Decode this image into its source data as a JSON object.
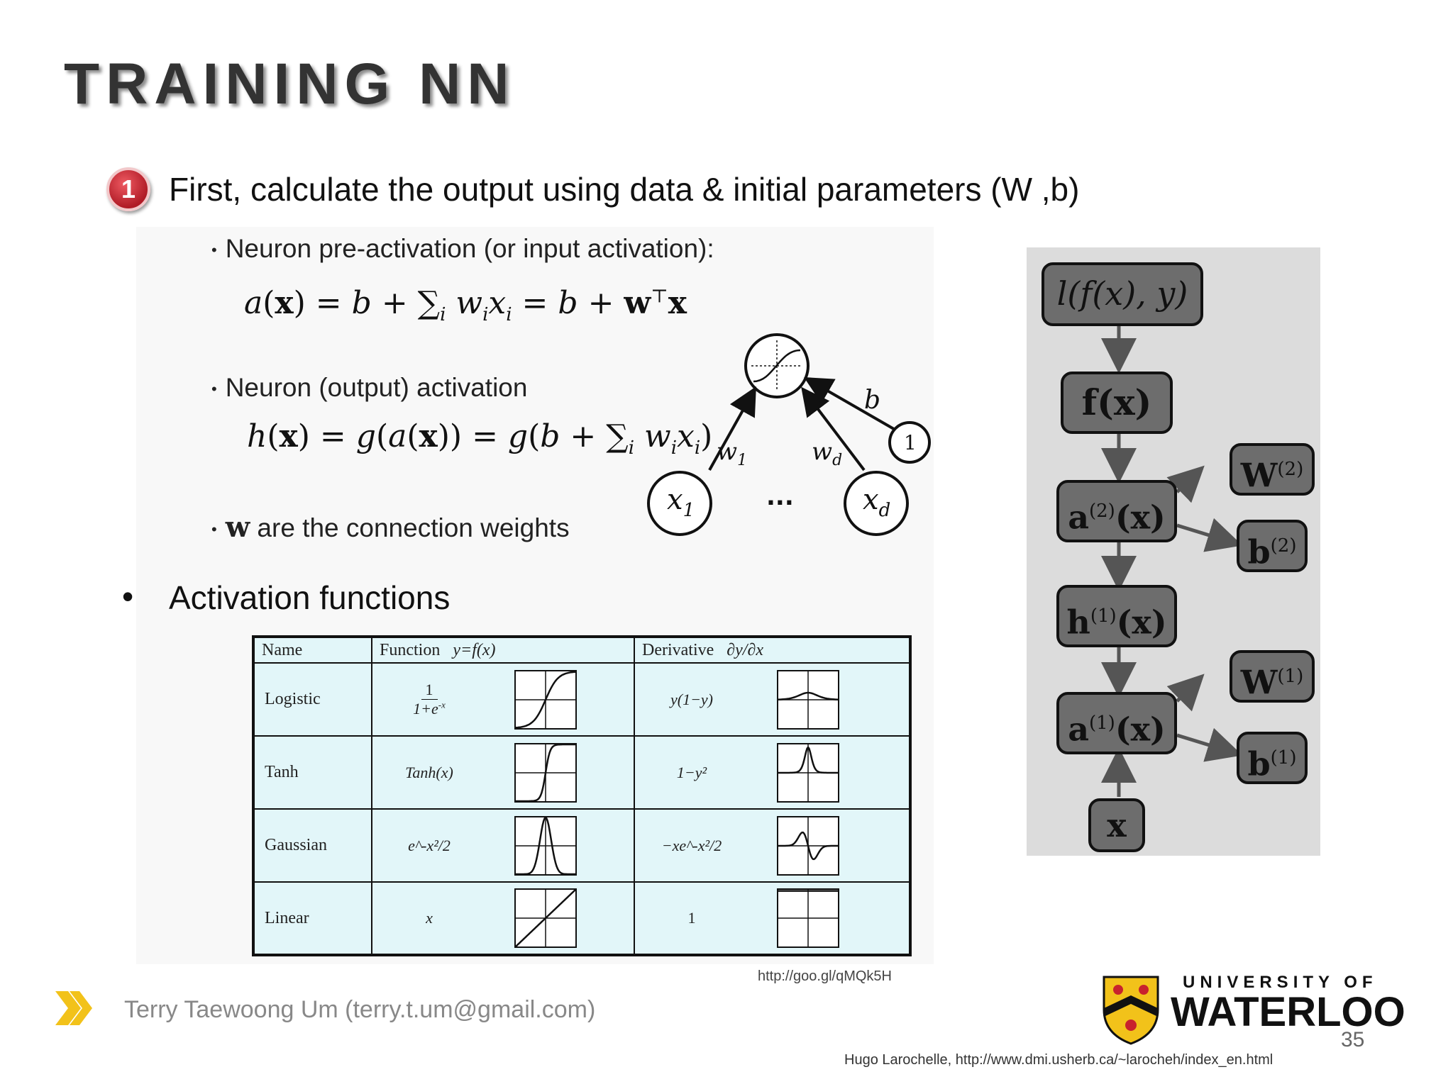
{
  "slide": {
    "title": "TRAINING NN",
    "step_number": "1",
    "step_text": "First, calculate the output using data & initial parameters (W  ,b)",
    "bullet_pre": "Neuron pre-activation (or input activation):",
    "formula_pre": "a(x) = b + ∑i wixi = b + w⊤x",
    "bullet_out": "Neuron (output) activation",
    "formula_out": "h(x) = g(a(x)) = g(b + ∑i wixi)",
    "bullet_w_sym": "w",
    "bullet_w_text": "are the connection weights",
    "activation_label": "Activation functions",
    "source_url": "http://goo.gl/qMQk5H",
    "author": "Terry Taewoong Um (terry.t.um@gmail.com)",
    "page_number": "35",
    "credit": "Hugo Larochelle, http://www.dmi.usherb.ca/~larocheh/index_en.html"
  },
  "neuron_diagram": {
    "x1": "x",
    "x1_sub": "1",
    "xd": "x",
    "xd_sub": "d",
    "bias_input": "1",
    "ellipsis": "...",
    "w1": "w",
    "w1_sub": "1",
    "wd": "w",
    "wd_sub": "d",
    "b": "b"
  },
  "activation_table": {
    "headers": {
      "name": "Name",
      "function": "Function",
      "function_expr": "y=f(x)",
      "derivative": "Derivative",
      "derivative_expr": "∂y/∂x"
    },
    "rows": [
      {
        "name": "Logistic",
        "function": "1/(1+e^-x)",
        "derivative": "y(1−y)",
        "fn_curve": "sigmoid",
        "der_curve": "bump-low"
      },
      {
        "name": "Tanh",
        "function": "Tanh(x)",
        "derivative": "1−y²",
        "fn_curve": "tanh",
        "der_curve": "bump-high"
      },
      {
        "name": "Gaussian",
        "function": "e^-x²/2",
        "derivative": "−xe^-x²/2",
        "fn_curve": "gaussian",
        "der_curve": "gauss-deriv"
      },
      {
        "name": "Linear",
        "function": "x",
        "derivative": "1",
        "fn_curve": "linear",
        "der_curve": "constant"
      }
    ],
    "logistic_num": "1",
    "logistic_den": "1+e",
    "logistic_exp": "-x"
  },
  "computation_graph": {
    "nodes": [
      "l(f(x), y)",
      "f(x)",
      "a(2)(x)",
      "h(1)(x)",
      "a(1)(x)",
      "x",
      "W(2)",
      "b(2)",
      "W(1)",
      "b(1)"
    ],
    "node_loss": "l(f(x), y)",
    "node_f": "f(x)",
    "node_a2": "a",
    "node_a2_sup": "(2)",
    "node_a2_arg": "(x)",
    "node_h1": "h",
    "node_h1_sup": "(1)",
    "node_h1_arg": "(x)",
    "node_a1": "a",
    "node_a1_sup": "(1)",
    "node_a1_arg": "(x)",
    "node_x": "x",
    "node_W2": "W",
    "node_W2_sup": "(2)",
    "node_b2": "b",
    "node_b2_sup": "(2)",
    "node_W1": "W",
    "node_W1_sup": "(1)",
    "node_b1": "b",
    "node_b1_sup": "(1)"
  },
  "logo": {
    "top": "UNIVERSITY OF",
    "main": "WATERLOO"
  },
  "colors": {
    "badge_red": "#c8222d",
    "table_bg": "#e2f6f9",
    "graph_node": "#6d6d6d",
    "chevron_yellow": "#f2c21a"
  }
}
